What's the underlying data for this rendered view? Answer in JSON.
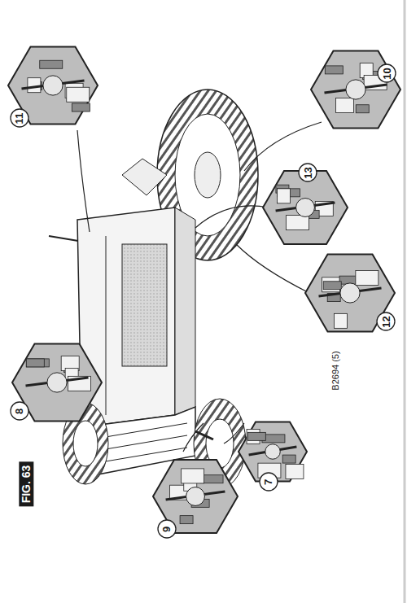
{
  "diagram": {
    "labels": [
      "11",
      "8",
      "FIG. 63",
      "9",
      "7",
      "13",
      "10",
      "12",
      "B2694 (5)"
    ]
  }
}
